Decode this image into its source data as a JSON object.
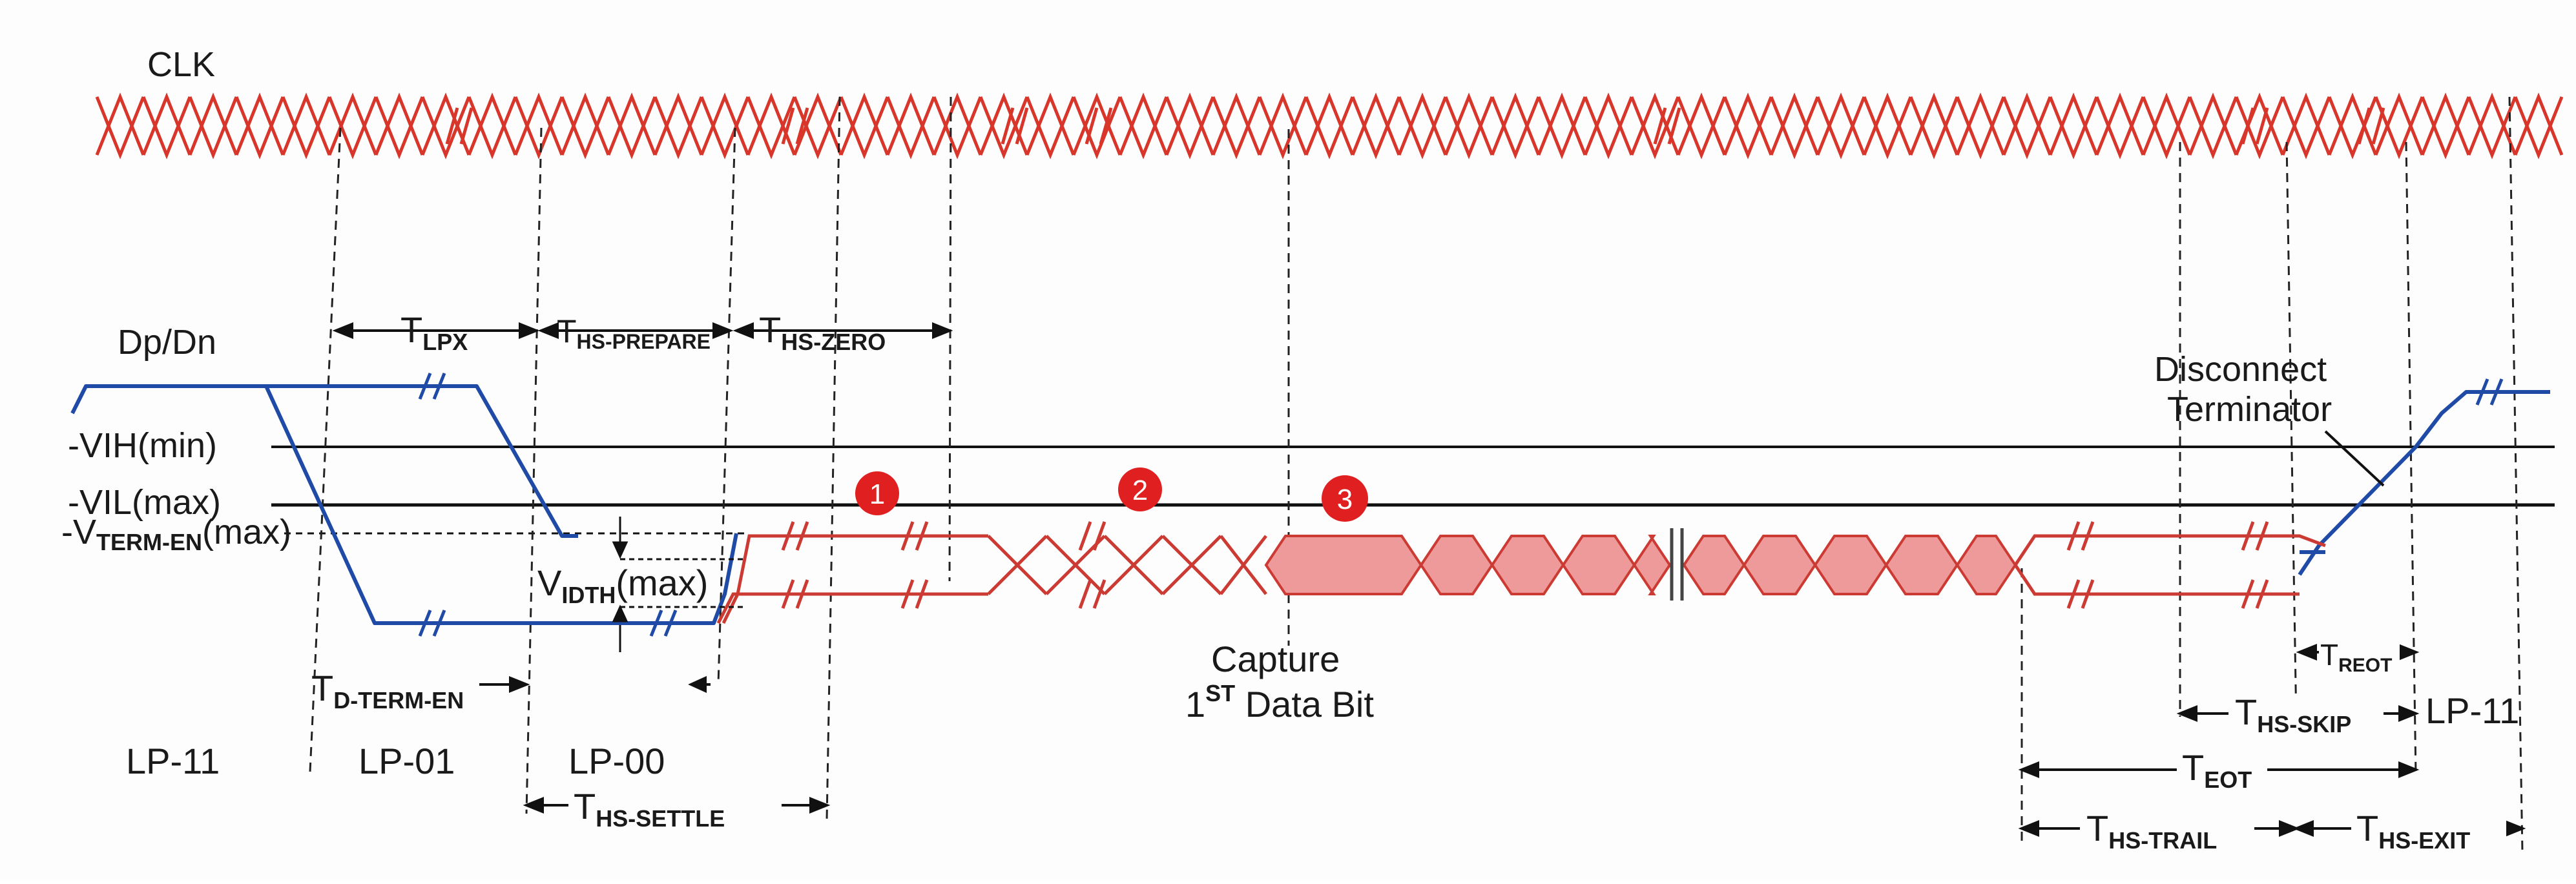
{
  "signals": {
    "clk": "CLK",
    "data": "Dp/Dn"
  },
  "levels": {
    "vih": {
      "prefix": "-VIH",
      "suffix": "(min)"
    },
    "vil": {
      "prefix": "-VIL",
      "suffix": "(max)"
    },
    "vterm": {
      "prefix": "-V",
      "sub": "TERM-EN",
      "suffix": "(max)"
    }
  },
  "timings": {
    "tlpx": {
      "main": "T",
      "sub": "LPX"
    },
    "ths_prepare": {
      "main": "T",
      "sub": "HS-PREPARE"
    },
    "ths_zero": {
      "main": "T",
      "sub": "HS-ZERO"
    },
    "vidth": {
      "main": "V",
      "sub": "IDTH",
      "suffix": "(max)"
    },
    "td_term_en": {
      "main": "T",
      "sub": "D-TERM-EN"
    },
    "ths_settle": {
      "main": "T",
      "sub": "HS-SETTLE"
    },
    "treot": {
      "main": "T",
      "sub": "REOT"
    },
    "ths_skip": {
      "main": "T",
      "sub": "HS-SKIP"
    },
    "teot": {
      "main": "T",
      "sub": "EOT"
    },
    "ths_trail": {
      "main": "T",
      "sub": "HS-TRAIL"
    },
    "ths_exit": {
      "main": "T",
      "sub": "HS-EXIT"
    }
  },
  "states": [
    "LP-11",
    "LP-01",
    "LP-00",
    "LP-11"
  ],
  "annotations": {
    "capture_line1": "Capture",
    "capture_line2_num": "1",
    "capture_line2_sup": "ST",
    "capture_line2_rest": " Data Bit",
    "disconnect_line1": "Disconnect",
    "disconnect_line2": "Terminator"
  },
  "markers": [
    "1",
    "2",
    "3"
  ],
  "colors": {
    "clk": "#d8362b",
    "hs": "#cc3b33",
    "hs_fill": "#ee9a9a",
    "lp": "#1f4aa6",
    "line": "#111111",
    "badge": "#e02020"
  }
}
